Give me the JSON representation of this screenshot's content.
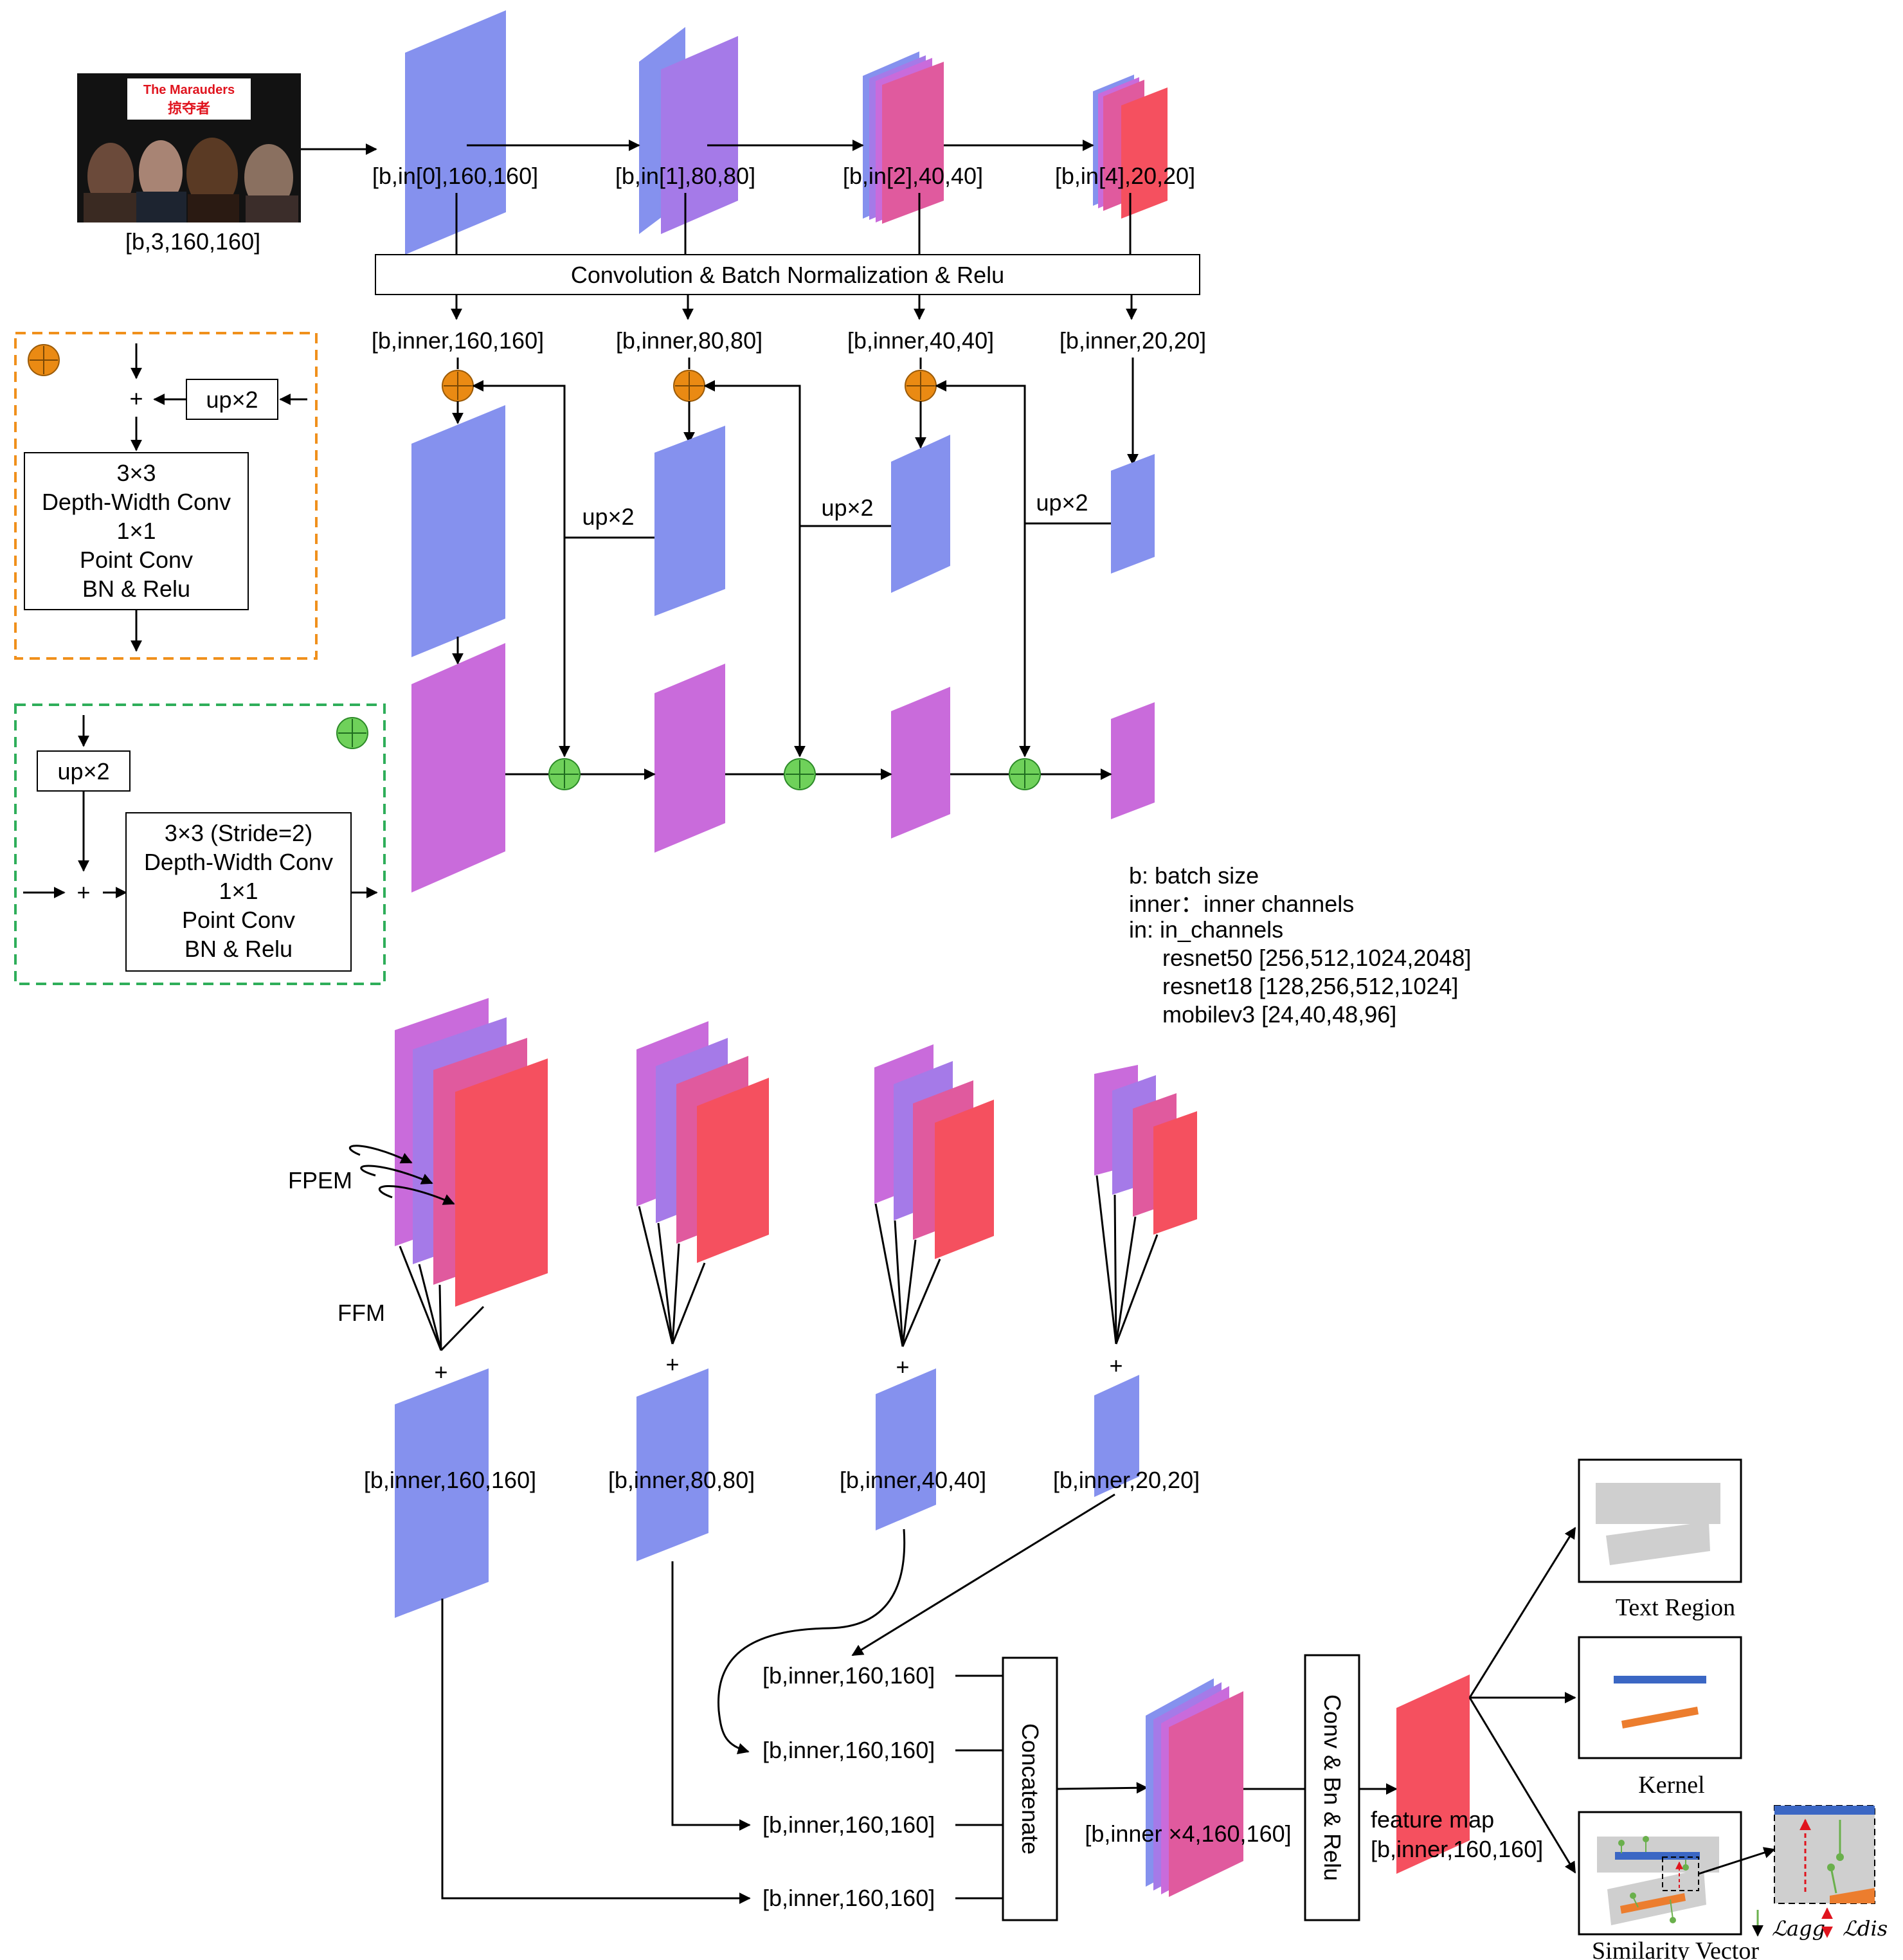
{
  "input": {
    "title_en": "The Marauders",
    "title_zh": "掠夺者",
    "shape": "[b,3,160,160]"
  },
  "backbone_shapes": [
    "[b,in[0],160,160]",
    "[b,in[1],80,80]",
    "[b,in[2],40,40]",
    "[b,in[4],20,20]"
  ],
  "conv_block_label": "Convolution & Batch Normalization & Relu",
  "inner_shapes": [
    "[b,inner,160,160]",
    "[b,inner,80,80]",
    "[b,inner,40,40]",
    "[b,inner,20,20]"
  ],
  "up_labels": [
    "up×2",
    "up×2",
    "up×2"
  ],
  "orange_legend": {
    "up_label": "up×2",
    "plus": "+",
    "lines": [
      "3×3",
      "Depth-Width Conv",
      "1×1",
      "Point Conv",
      "BN & Relu"
    ]
  },
  "green_legend": {
    "up_label": "up×2",
    "plus": "+",
    "lines": [
      "3×3 (Stride=2)",
      "Depth-Width Conv",
      "1×1",
      "Point Conv",
      "BN & Relu"
    ]
  },
  "notes": {
    "lines": [
      "b: batch size",
      "inner：inner  channels",
      "in: in_channels"
    ],
    "models": [
      "resnet50 [256,512,1024,2048]",
      "resnet18 [128,256,512,1024]",
      "mobilev3 [24,40,48,96]"
    ]
  },
  "fpem_label": "FPEM",
  "ffm_label": "FFM",
  "plus": "+",
  "ffm_shapes": [
    "[b,inner,160,160]",
    "[b,inner,80,80]",
    "[b,inner,40,40]",
    "[b,inner,20,20]"
  ],
  "concat_inputs": [
    "[b,inner,160,160]",
    "[b,inner,160,160]",
    "[b,inner,160,160]",
    "[b,inner,160,160]"
  ],
  "concatenate_label": "Concatenate",
  "concat_shape": "[b,inner ×4,160,160]",
  "conv_bn_relu_label": "Conv & Bn & Relu",
  "feature_map": [
    "feature map",
    "[b,inner,160,160]"
  ],
  "outputs": [
    "Text Region",
    "Kernel",
    "Similarity Vector"
  ],
  "loss_labels": [
    "ℒagg",
    "ℒdis"
  ],
  "colors": {
    "blue": "#8591ee",
    "lavender": "#a57ae8",
    "magenta": "#c96bdb",
    "pink": "#e05a9e",
    "red": "#f5505f",
    "orange_circle": "#ea8a13",
    "green_circle": "#6fd15a",
    "orange_border": "#f0901c",
    "green_border": "#2fae5a",
    "gray": "#cfcfcf",
    "kernel_blue": "#3b67c4",
    "kernel_orange": "#ec7d2e"
  }
}
